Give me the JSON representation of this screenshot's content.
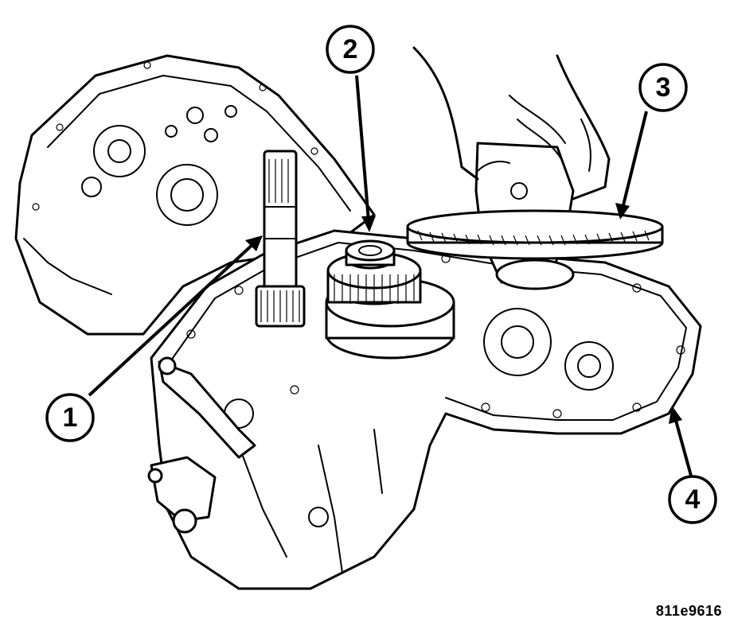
{
  "callouts": [
    {
      "number": "1"
    },
    {
      "number": "2"
    },
    {
      "number": "3"
    },
    {
      "number": "4"
    }
  ],
  "figure_id": "811e9616"
}
